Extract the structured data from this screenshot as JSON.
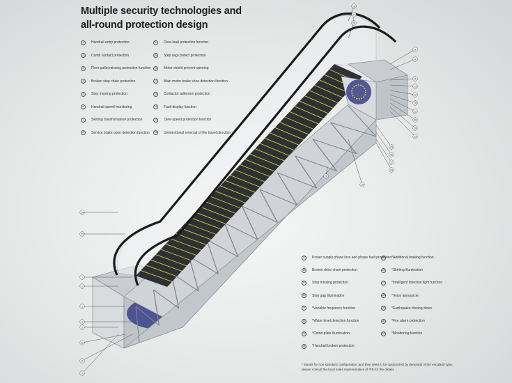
{
  "title": {
    "line1": "Multiple security technologies and",
    "line2": "all-round protection design"
  },
  "legend_top_left": [
    {
      "num": "1",
      "text": "Handrail entry protection"
    },
    {
      "num": "2",
      "text": "Comb contact protection"
    },
    {
      "num": "3",
      "text": "Floor pallet missing protection function"
    },
    {
      "num": "4",
      "text": "Broken step chain protection"
    },
    {
      "num": "5",
      "text": "Step missing protection"
    },
    {
      "num": "6",
      "text": "Handrail speed monitoring"
    },
    {
      "num": "7",
      "text": "Skirting transformation protection"
    },
    {
      "num": "8",
      "text": "Service brake open detection function"
    }
  ],
  "legend_top_right": [
    {
      "num": "9",
      "text": "Over-load protection function"
    },
    {
      "num": "10",
      "text": "Step sag contact protection"
    },
    {
      "num": "11",
      "text": "Motor shield prevent opening"
    },
    {
      "num": "12",
      "text": "Main motor brake shoe detection function"
    },
    {
      "num": "13",
      "text": "Contactor adhesion protection"
    },
    {
      "num": "14",
      "text": "Fault display function"
    },
    {
      "num": "15",
      "text": "Over-speed protection function"
    },
    {
      "num": "16",
      "text": "Unintentional reversal of the travel direction"
    }
  ],
  "legend_bottom_left": [
    {
      "num": "17",
      "text": "Power supply phase loss and phase fault protection"
    },
    {
      "num": "18",
      "text": "Broken drive chain protection"
    },
    {
      "num": "19",
      "text": "Step missing protection"
    },
    {
      "num": "20",
      "text": "Step gap illumination"
    },
    {
      "num": "21",
      "text": "*Variable frequency function"
    },
    {
      "num": "22",
      "text": "*Water level detection function"
    },
    {
      "num": "23",
      "text": "*Comb plate illumination"
    },
    {
      "num": "24",
      "text": "*Handrail broken protection"
    }
  ],
  "legend_bottom_right": [
    {
      "num": "25",
      "text": "*Additional braking function"
    },
    {
      "num": "26",
      "text": "*Skirting illumination"
    },
    {
      "num": "27",
      "text": "*Intelligent direction light function"
    },
    {
      "num": "28",
      "text": "*Voice announcer"
    },
    {
      "num": "29",
      "text": "*Earthquake closing down"
    },
    {
      "num": "30",
      "text": "*Fire alarm protection"
    },
    {
      "num": "31",
      "text": "*Monitoring function"
    }
  ],
  "footnote": "* stands for non-standard configuration ,and they need to be customized by demands of the escalator type, please consult the local sales representative of IFE for the details",
  "callouts_top_right": [
    "28",
    "27",
    "20",
    "8",
    "4",
    "11",
    "13",
    "12",
    "14",
    "22",
    "30",
    "29",
    "23",
    "15",
    "16",
    "17",
    "18",
    "19",
    "26"
  ],
  "callouts_left": [
    "24",
    "23",
    "1",
    "2",
    "3",
    "4",
    "5",
    "22",
    "6",
    "7"
  ],
  "colors": {
    "truss": "#b9bec4",
    "truss_dark": "#8e959c",
    "steps": "#2e3033",
    "step_edge": "#d4cf3a",
    "handrail": "#1a1a1a",
    "machine": "#3a3f8a"
  }
}
